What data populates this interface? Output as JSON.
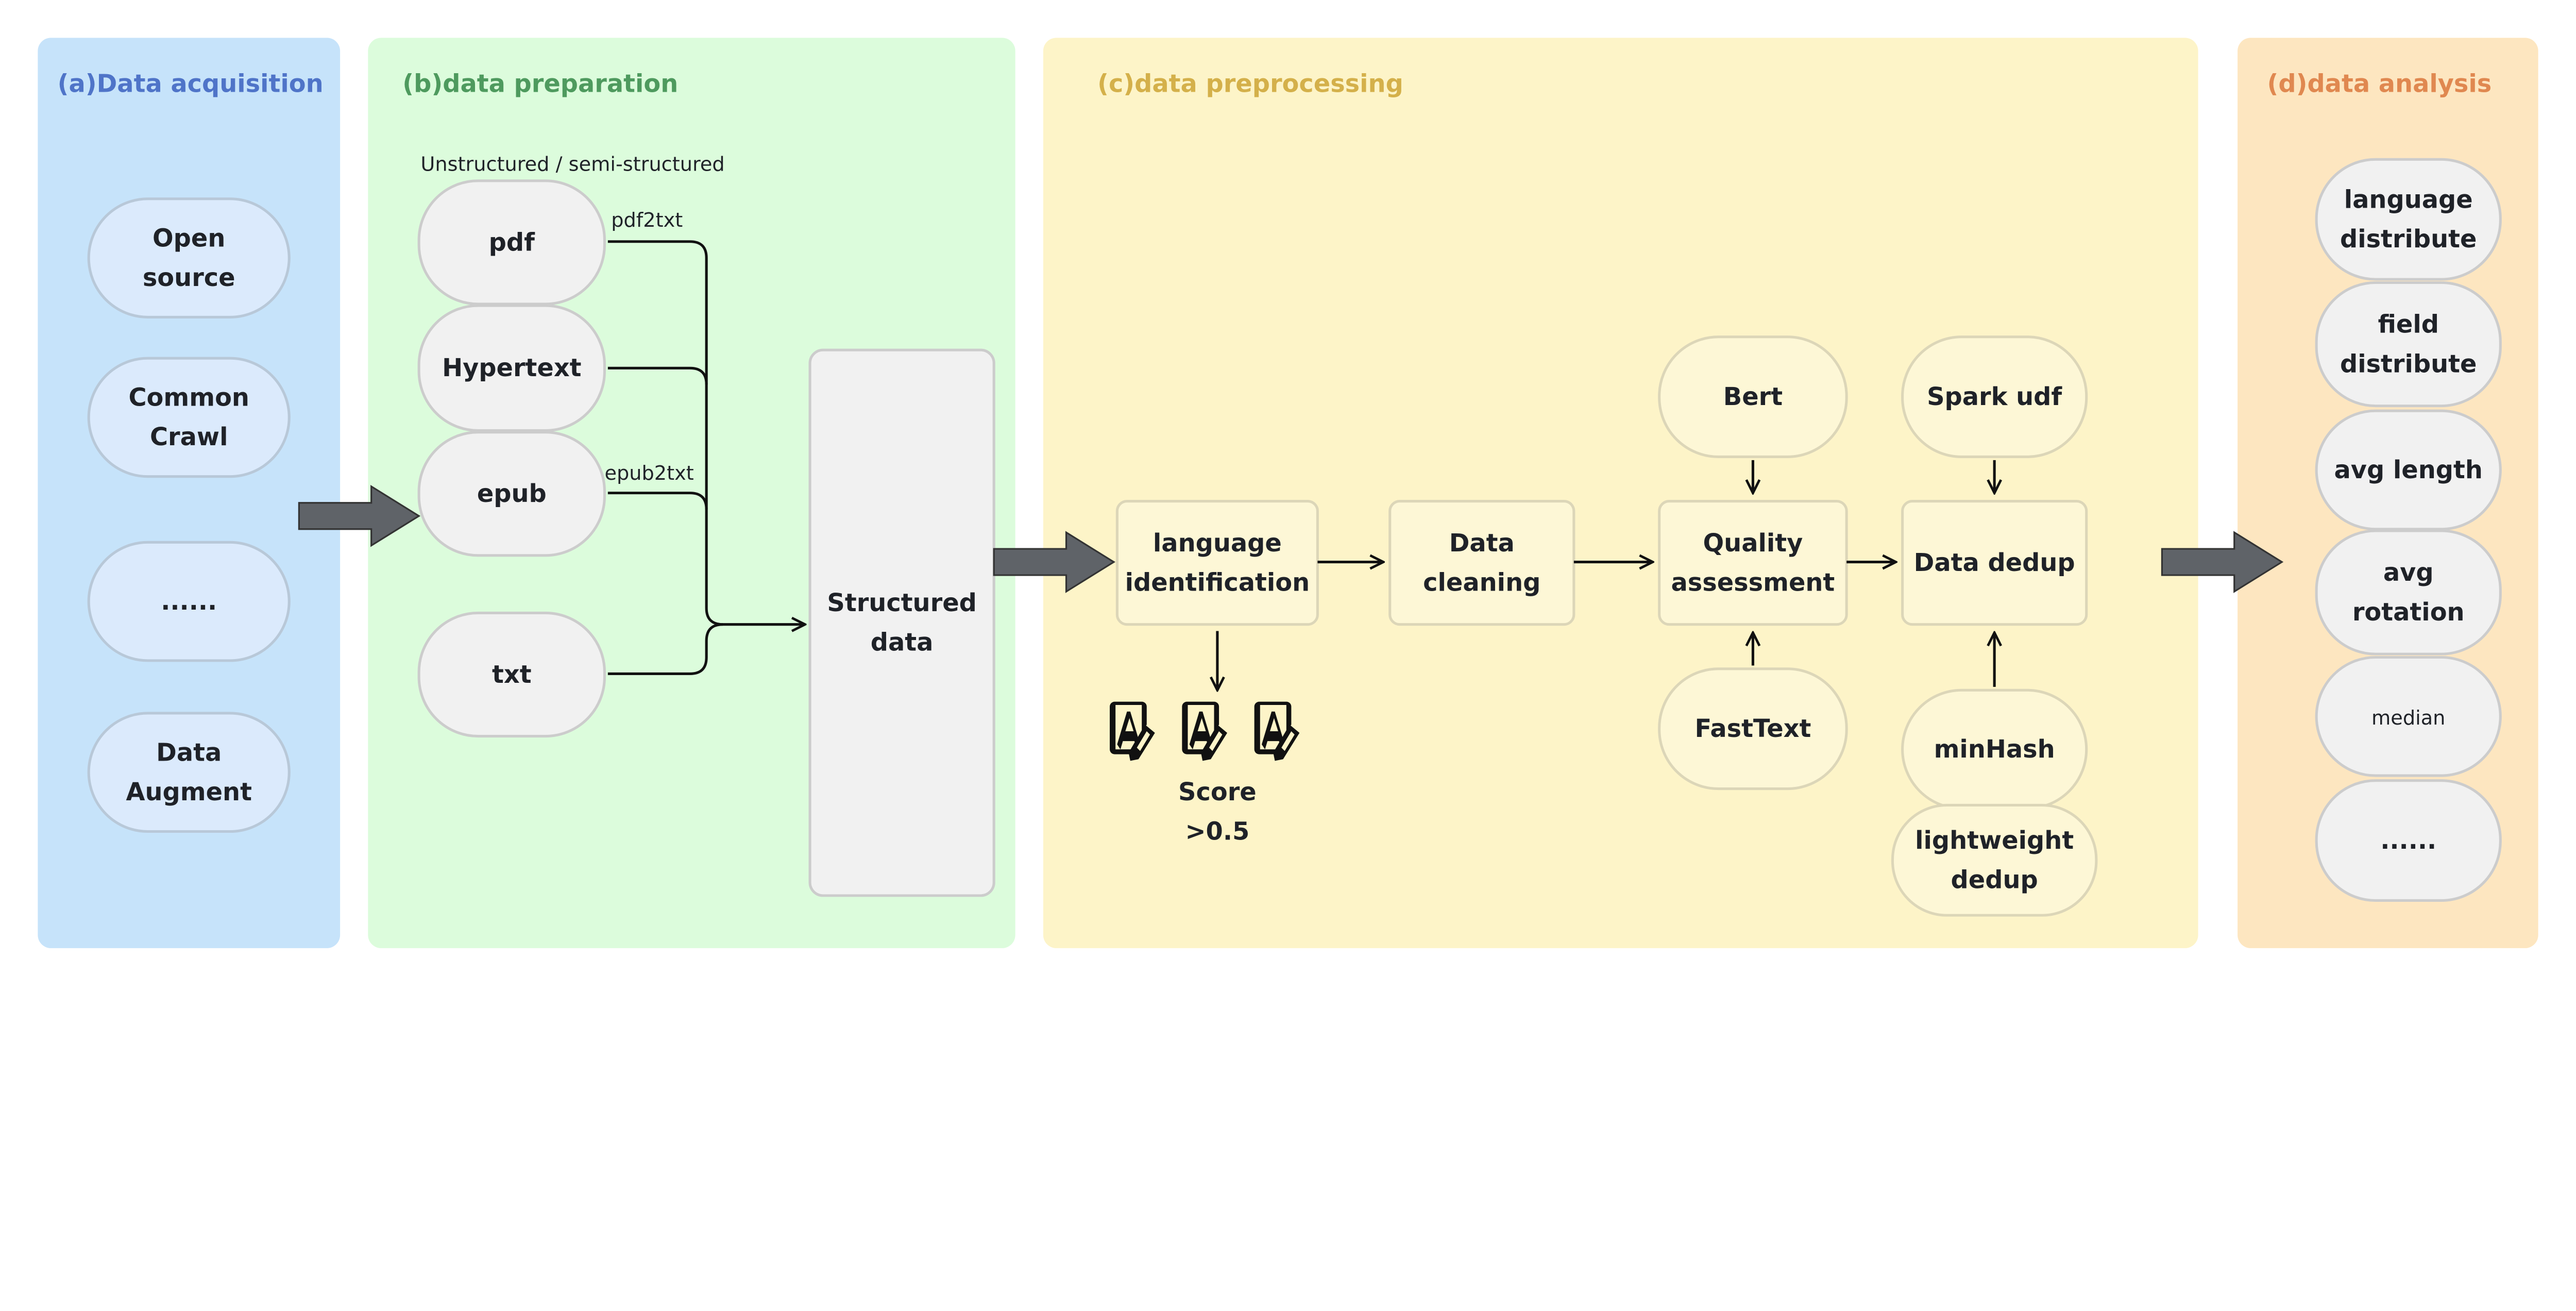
{
  "colors": {
    "acquisition_bg": "#c6e3fa",
    "acquisition_title": "#4f74c8",
    "preparation_bg": "#dcfcdc",
    "preparation_title": "#4e9a5e",
    "preprocessing_bg": "#fdf4c8",
    "preprocessing_title": "#d4b04a",
    "analysis_bg": "#fde6c0",
    "analysis_title": "#e08850",
    "arrow_fill": "#5f6368"
  },
  "acquisition": {
    "title": "(a)Data acquisition",
    "nodes": [
      [
        "Open",
        "source"
      ],
      [
        "Common",
        "Crawl"
      ],
      [
        "......"
      ],
      [
        "Data",
        "Augment"
      ]
    ]
  },
  "preparation": {
    "title": "(b)data preparation",
    "subtitle": "Unstructured / semi-structured",
    "nodes": [
      [
        "pdf"
      ],
      [
        "Hypertext"
      ],
      [
        "epub"
      ],
      [
        "txt"
      ]
    ],
    "edge_labels": {
      "pdf": "pdf2txt",
      "epub": "epub2txt"
    },
    "structured": [
      "Structured",
      "data"
    ]
  },
  "preprocessing": {
    "title": "(c)data preprocessing",
    "steps": [
      [
        "language",
        "identification"
      ],
      [
        "Data",
        "cleaning"
      ],
      [
        "Quality",
        "assessment"
      ],
      [
        "Data dedup"
      ]
    ],
    "bert": [
      "Bert"
    ],
    "fasttext": [
      "FastText"
    ],
    "spark": [
      "Spark udf"
    ],
    "minhash": [
      "minHash"
    ],
    "lightweight": [
      "lightweight",
      "dedup"
    ],
    "score_icon": "document-edit-icon",
    "score": [
      "Score",
      ">0.5"
    ]
  },
  "analysis": {
    "title": "(d)data analysis",
    "nodes": [
      [
        "language",
        "distribute"
      ],
      [
        "field",
        "distribute"
      ],
      [
        "avg length"
      ],
      [
        "avg",
        "rotation"
      ],
      [
        "median"
      ],
      [
        "......"
      ]
    ]
  }
}
